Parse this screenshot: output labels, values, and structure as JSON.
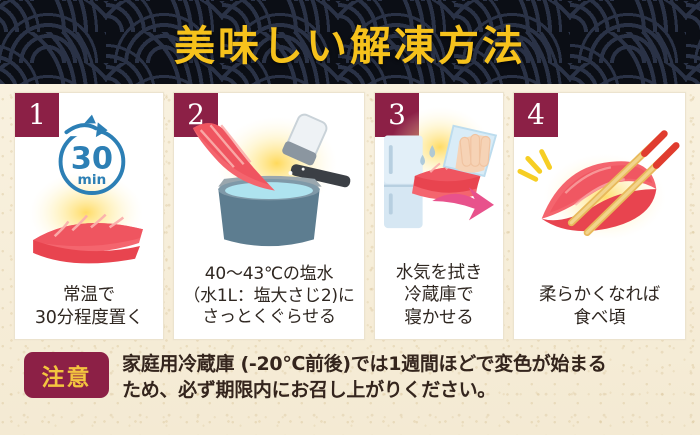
{
  "header": {
    "title": "美味しい解凍方法",
    "title_color": "#f6c21c",
    "background_color": "#0b0e15",
    "wave_color": "#2c3449"
  },
  "theme": {
    "paper": "#f7efdc",
    "maroon": "#8c2046",
    "gold": "#f3c53f",
    "text": "#2f2721",
    "tuna_red": "#ef5560",
    "timer_blue": "#2c7fb5",
    "arrow_pink": "#e8528c",
    "water_blue": "#aee3ef",
    "pot_slate": "#5d7d90",
    "fridge_blue": "#d6e7f3"
  },
  "steps": [
    {
      "number": "1",
      "icon": "tuna-block-timer-icon",
      "timer_value": "30",
      "timer_unit": "min",
      "caption_lines": [
        "常温で",
        "30分程度置く"
      ]
    },
    {
      "number": "2",
      "icon": "saucepan-saltshaker-tuna-icon",
      "caption_lines": [
        "40〜43℃の塩水",
        "（水1L：塩大さじ2)に",
        "さっとくぐらせる"
      ]
    },
    {
      "number": "3",
      "icon": "refrigerator-hand-wipe-icon",
      "caption_lines": [
        "水気を拭き",
        "冷蔵庫で",
        "寝かせる"
      ]
    },
    {
      "number": "4",
      "icon": "chopsticks-tuna-slice-icon",
      "caption_lines": [
        "柔らかくなれば",
        "食べ頃"
      ]
    }
  ],
  "note": {
    "badge_label": "注意",
    "lines": [
      "家庭用冷蔵庫 (-20℃前後)では1週間ほどで変色が始まる",
      "ため、必ず期限内にお召し上がりください。"
    ]
  }
}
